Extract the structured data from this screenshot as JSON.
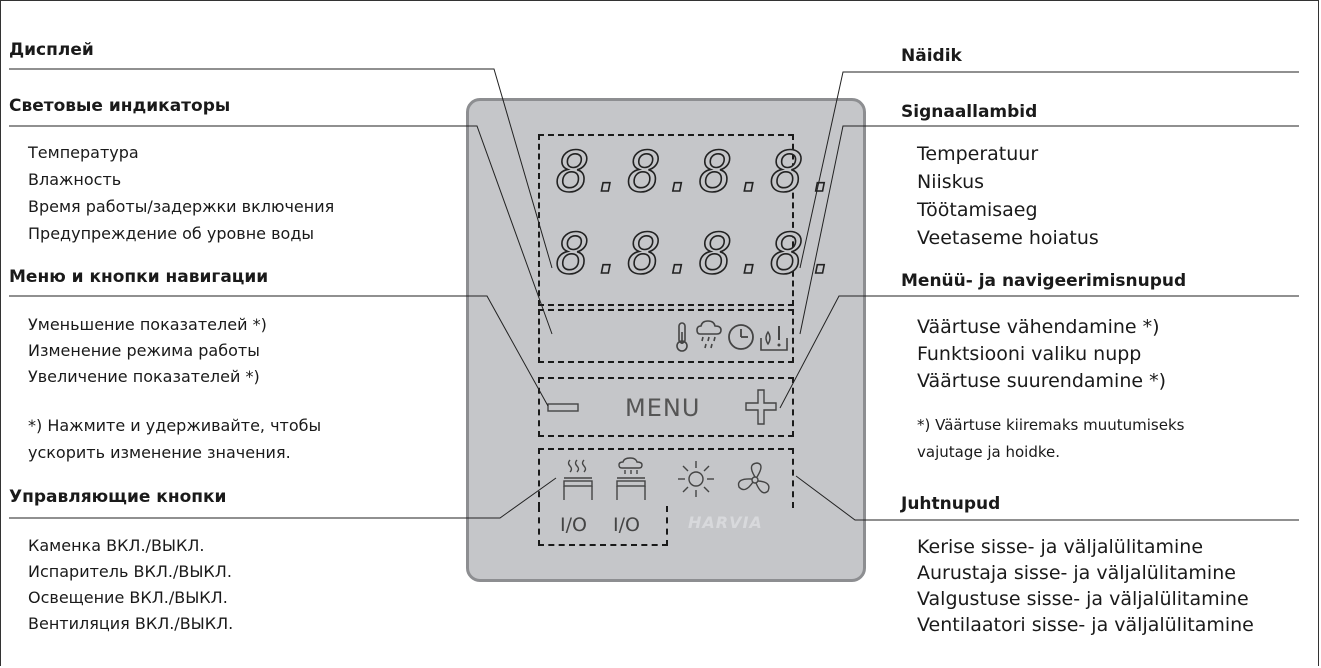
{
  "left": {
    "display_heading": "Дисплей",
    "indicators_heading": "Световые индикаторы",
    "indicators": [
      "Температура",
      "Влажность",
      "Время работы/задержки включения",
      "Предупреждение об уровне воды"
    ],
    "menu_heading": "Меню и кнопки навигации",
    "menu_items": [
      "Уменьшение показателей *)",
      "Изменение режима работы",
      "Увеличение показателей *)"
    ],
    "note_lines": [
      "*) Нажмите и удерживайте, чтобы",
      "ускорить изменение значения."
    ],
    "control_heading": "Управляющие кнопки",
    "controls": [
      "Каменка ВКЛ./ВЫКЛ.",
      "Испаритель ВКЛ./ВЫКЛ.",
      "Освещение ВКЛ./ВЫКЛ.",
      "Вентиляция ВКЛ./ВЫКЛ."
    ]
  },
  "right": {
    "display_heading": "Näidik",
    "indicators_heading": "Signaallambid",
    "indicators": [
      "Temperatuur",
      "Niiskus",
      "Töötamisaeg",
      "Veetaseme hoiatus"
    ],
    "menu_heading": "Menüü- ja navigeerimisnupud",
    "menu_items": [
      "Väärtuse vähendamine *)",
      "Funktsiooni valiku nupp",
      "Väärtuse suurendamine *)"
    ],
    "note_lines": [
      "*) Väärtuse kiiremaks muutumiseks",
      "vajutage ja hoidke."
    ],
    "control_heading": "Juhtnupud",
    "controls": [
      "Kerise sisse- ja väljalülitamine",
      "Aurustaja sisse- ja väljalülitamine",
      "Valgustuse sisse- ja väljalülitamine",
      "Ventilaatori sisse- ja väljalülitamine"
    ]
  },
  "panel": {
    "display_row1": "8.8.8.8.",
    "display_row2": "8.8.8.8.",
    "indicator_icons": [
      "thermometer-icon",
      "humidity-icon",
      "clock-icon",
      "water-level-warning-icon"
    ],
    "menu_label": "MENU",
    "minus_icon": "minus-icon",
    "plus_icon": "plus-icon",
    "heater_io": "I/O",
    "steamer_io": "I/O",
    "brand": "HARVIA",
    "colors": {
      "panel": "#c5c6c9",
      "panel_border": "#8d8e91",
      "icon": "#444444"
    }
  }
}
